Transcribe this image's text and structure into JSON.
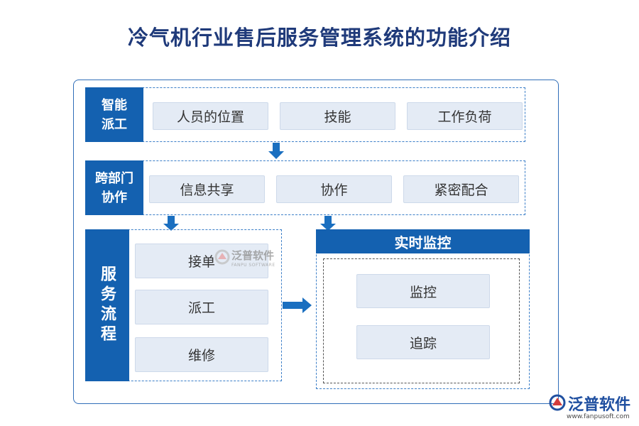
{
  "title": "冷气机行业售后服务管理系统的功能介绍",
  "sections": {
    "dispatch": {
      "label_lines": [
        "智能",
        "派工"
      ],
      "items": [
        "人员的位置",
        "技能",
        "工作负荷"
      ]
    },
    "cross_dept": {
      "label_lines": [
        "跨部门",
        "协作"
      ],
      "items": [
        "信息共享",
        "协作",
        "紧密配合"
      ]
    },
    "service_flow": {
      "label": "服务流程",
      "items": [
        "接单",
        "派工",
        "维修"
      ]
    },
    "monitoring": {
      "label": "实时监控",
      "items": [
        "监控",
        "追踪"
      ]
    }
  },
  "watermark": {
    "name": "泛普软件",
    "sub": "FANPU SOFTWARE"
  },
  "logo": {
    "name": "泛普软件",
    "url": "www.fanpusoft.com"
  },
  "colors": {
    "accent": "#1461b0",
    "title": "#1f3a7a",
    "box_fill": "#e4ebf5",
    "arrow": "#1a6fc0"
  }
}
